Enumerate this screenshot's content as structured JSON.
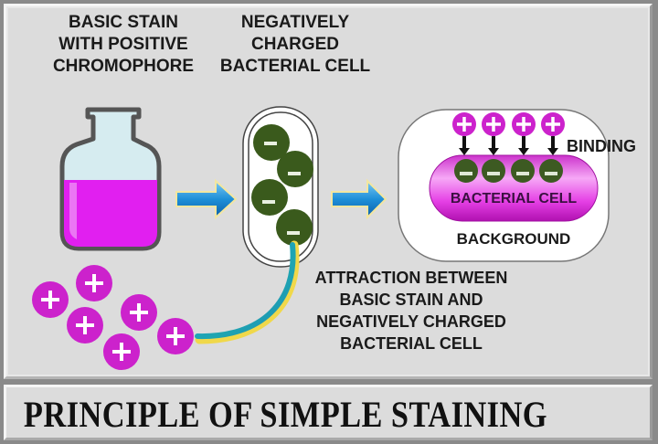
{
  "labels": {
    "basic_stain": [
      "BASIC STAIN",
      "WITH POSITIVE",
      "CHROMOPHORE"
    ],
    "negative_cell": [
      "NEGATIVELY",
      "CHARGED",
      "BACTERIAL CELL"
    ],
    "binding": "BINDING",
    "bacterial_cell": "BACTERIAL CELL",
    "background": "BACKGROUND",
    "attraction": [
      "ATTRACTION BETWEEN",
      "BASIC STAIN AND",
      "NEGATIVELY CHARGED",
      "BACTERIAL CELL"
    ]
  },
  "title": "PRINCIPLE OF SIMPLE STAINING",
  "symbols": {
    "positive": "+",
    "negative": "−"
  },
  "colors": {
    "stain": "#dd22ee",
    "cell_green": "#3a5a1c",
    "arrow_blue": "#1e8fd8",
    "panel": "#dcdcdc"
  }
}
